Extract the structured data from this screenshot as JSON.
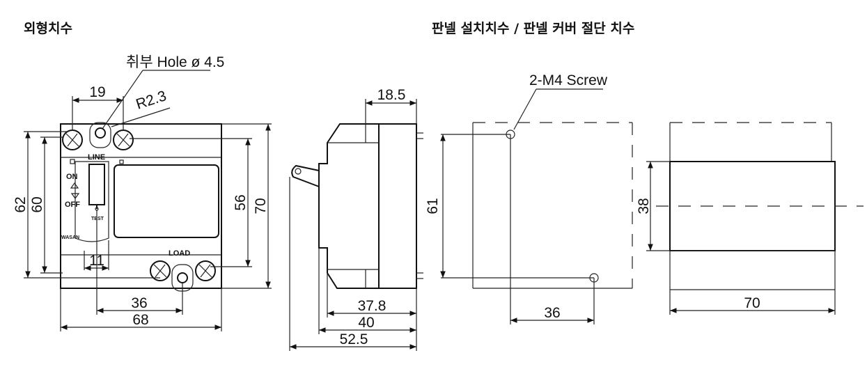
{
  "titles": {
    "outer": "외형치수",
    "panel": "판넬 설치치수 / 판넬 커버 절단 치수"
  },
  "labels": {
    "hole": "취부  Hole ø 4.5",
    "radius": "R2.3",
    "screw": "2-M4  Screw",
    "line": "LINE",
    "load": "LOAD",
    "on": "ON",
    "off": "OFF",
    "test": "TEST",
    "brand": "WASAN"
  },
  "dims": {
    "d19": "19",
    "d62": "62",
    "d60": "60",
    "d56": "56",
    "d70v": "70",
    "d11": "11",
    "d36a": "36",
    "d68": "68",
    "d18_5": "18.5",
    "d37_8": "37.8",
    "d40": "40",
    "d52_5": "52.5",
    "d61": "61",
    "d36b": "36",
    "d38": "38",
    "d70h": "70"
  }
}
